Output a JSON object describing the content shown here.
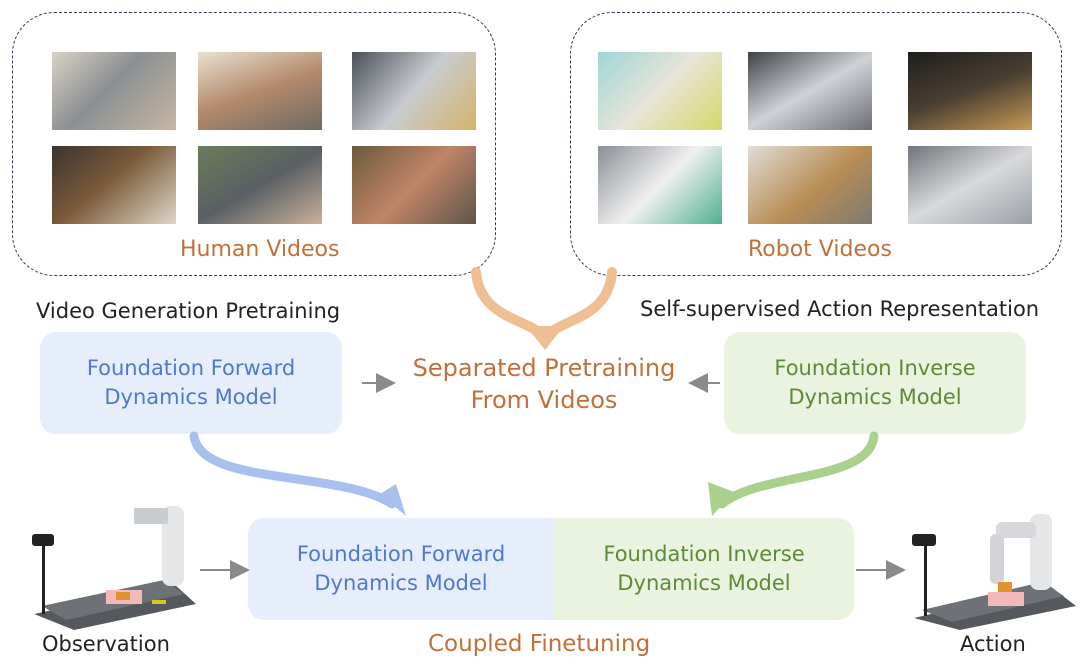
{
  "human": {
    "label": "Human Videos"
  },
  "robot": {
    "label": "Robot Videos"
  },
  "left_caption": "Video Generation Pretraining",
  "right_caption": "Self-supervised Action Representation",
  "top_forward": {
    "line1": "Foundation Forward",
    "line2": "Dynamics Model"
  },
  "top_inverse": {
    "line1": "Foundation Inverse",
    "line2": "Dynamics Model"
  },
  "separated": {
    "line1": "Separated Pretraining",
    "line2": "From Videos"
  },
  "bottom_forward": {
    "line1": "Foundation Forward",
    "line2": "Dynamics Model"
  },
  "bottom_inverse": {
    "line1": "Foundation Inverse",
    "line2": "Dynamics Model"
  },
  "coupled": "Coupled Finetuning",
  "observation": "Observation",
  "action": "Action",
  "colors": {
    "orange": "#c2703a",
    "blue_text": "#4f78cf",
    "blue_fill": "#e6eefb",
    "green_text": "#5e8a38",
    "green_fill": "#e9f3df",
    "arrow_gray": "#8a8a8a"
  }
}
